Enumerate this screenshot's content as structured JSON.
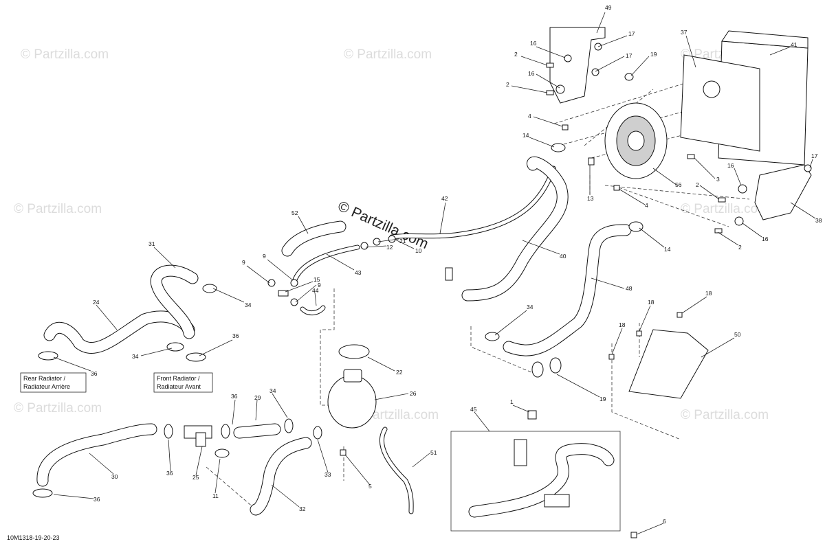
{
  "watermark_text": "© Partzilla.com",
  "center_watermark": "© Partzilla.com",
  "figure_ref": "10M1318-19-20-23",
  "labels": {
    "rear_radiator": [
      "Rear Radiator /",
      "Radiateur Arrière"
    ],
    "front_radiator": [
      "Front Radiator /",
      "Radiateur Avant"
    ]
  },
  "callouts": [
    {
      "id": "c49",
      "text": "49"
    },
    {
      "id": "c17a",
      "text": "17"
    },
    {
      "id": "c16a",
      "text": "16"
    },
    {
      "id": "c2a",
      "text": "2"
    },
    {
      "id": "c17b",
      "text": "17"
    },
    {
      "id": "c16b",
      "text": "16"
    },
    {
      "id": "c2b",
      "text": "2"
    },
    {
      "id": "c19a",
      "text": "19"
    },
    {
      "id": "c37",
      "text": "37"
    },
    {
      "id": "c41",
      "text": "41"
    },
    {
      "id": "c4a",
      "text": "4"
    },
    {
      "id": "c14a",
      "text": "14"
    },
    {
      "id": "c3",
      "text": "3"
    },
    {
      "id": "c17c",
      "text": "17"
    },
    {
      "id": "c16c",
      "text": "16"
    },
    {
      "id": "c2c",
      "text": "2"
    },
    {
      "id": "c56",
      "text": "56"
    },
    {
      "id": "c13",
      "text": "13"
    },
    {
      "id": "c4b",
      "text": "4"
    },
    {
      "id": "c38",
      "text": "38"
    },
    {
      "id": "c16d",
      "text": "16"
    },
    {
      "id": "c2d",
      "text": "2"
    },
    {
      "id": "c14b",
      "text": "14"
    },
    {
      "id": "c42",
      "text": "42"
    },
    {
      "id": "c52",
      "text": "52"
    },
    {
      "id": "c40",
      "text": "40"
    },
    {
      "id": "c31",
      "text": "31"
    },
    {
      "id": "c9a",
      "text": "9"
    },
    {
      "id": "c9b",
      "text": "9"
    },
    {
      "id": "c43",
      "text": "43"
    },
    {
      "id": "c12",
      "text": "12"
    },
    {
      "id": "c21",
      "text": "21"
    },
    {
      "id": "c10",
      "text": "10"
    },
    {
      "id": "c15",
      "text": "15"
    },
    {
      "id": "c9c",
      "text": "9"
    },
    {
      "id": "c44",
      "text": "44"
    },
    {
      "id": "c34a",
      "text": "34"
    },
    {
      "id": "c48",
      "text": "48"
    },
    {
      "id": "c24",
      "text": "24"
    },
    {
      "id": "c18a",
      "text": "18"
    },
    {
      "id": "c18b",
      "text": "18"
    },
    {
      "id": "c18c",
      "text": "18"
    },
    {
      "id": "c34b",
      "text": "34"
    },
    {
      "id": "c50",
      "text": "50"
    },
    {
      "id": "c36a",
      "text": "36"
    },
    {
      "id": "c34c",
      "text": "34"
    },
    {
      "id": "c36b",
      "text": "36"
    },
    {
      "id": "c22",
      "text": "22"
    },
    {
      "id": "c19b",
      "text": "19"
    },
    {
      "id": "c26",
      "text": "26"
    },
    {
      "id": "c36c",
      "text": "36"
    },
    {
      "id": "c29",
      "text": "29"
    },
    {
      "id": "c34d",
      "text": "34"
    },
    {
      "id": "c1",
      "text": "1"
    },
    {
      "id": "c45",
      "text": "45"
    },
    {
      "id": "c51",
      "text": "51"
    },
    {
      "id": "c30",
      "text": "30"
    },
    {
      "id": "c36d",
      "text": "36"
    },
    {
      "id": "c25",
      "text": "25"
    },
    {
      "id": "c33",
      "text": "33"
    },
    {
      "id": "c5",
      "text": "5"
    },
    {
      "id": "c11",
      "text": "11"
    },
    {
      "id": "c32",
      "text": "32"
    },
    {
      "id": "c36e",
      "text": "36"
    },
    {
      "id": "c6",
      "text": "6"
    }
  ]
}
